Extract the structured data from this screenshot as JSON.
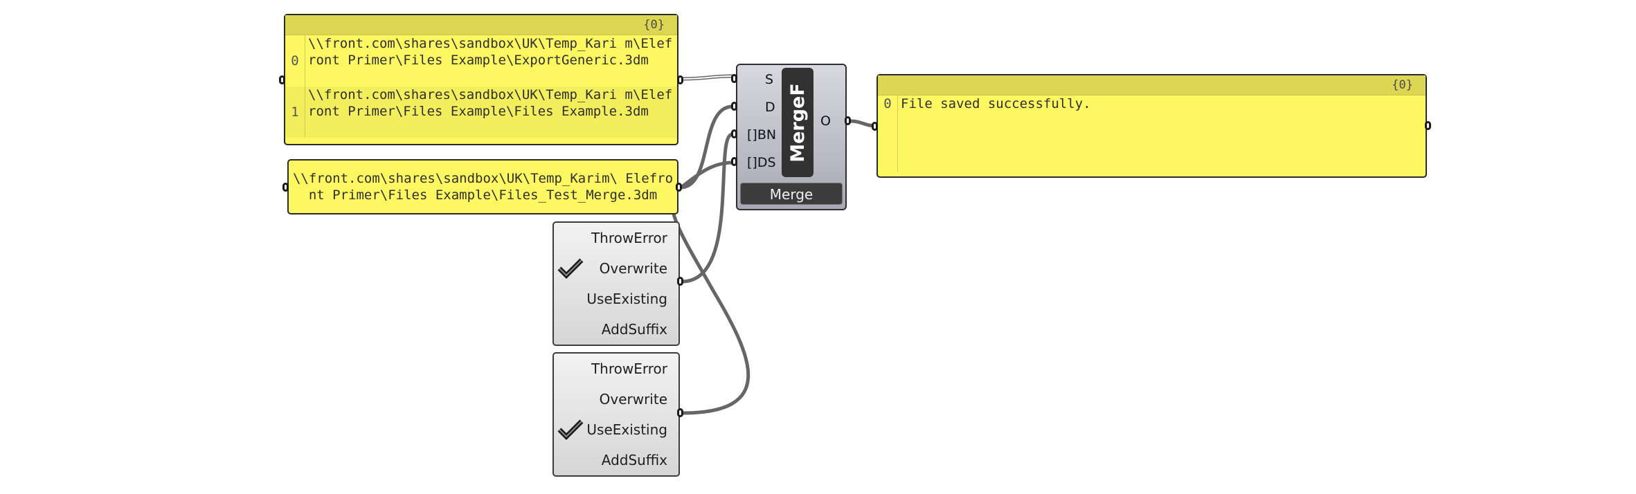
{
  "panel_files": {
    "count": "{0}",
    "rows": [
      {
        "index": "0",
        "text": "\\\\front.com\\shares\\sandbox\\UK\\Temp_Kari m\\Elefront Primer\\Files Example\\ExportGeneric.3dm"
      },
      {
        "index": "1",
        "text": "\\\\front.com\\shares\\sandbox\\UK\\Temp_Kari m\\Elefront Primer\\Files Example\\Files Example.3dm"
      }
    ]
  },
  "panel_destination": {
    "text": "\\\\front.com\\shares\\sandbox\\UK\\Temp_Karim\\ Elefront Primer\\Files Example\\Files_Test_Merge.3dm"
  },
  "component": {
    "nickname": "MergeF",
    "name": "Merge",
    "inputs": [
      "S",
      "D",
      "[]BN",
      "[]DS"
    ],
    "outputs": [
      "O"
    ]
  },
  "panel_output": {
    "count": "{0}",
    "rows": [
      {
        "index": "0",
        "text": "File saved successfully."
      }
    ]
  },
  "value_list_1": {
    "items": [
      {
        "label": "ThrowError",
        "checked": false
      },
      {
        "label": "Overwrite",
        "checked": true
      },
      {
        "label": "UseExisting",
        "checked": false
      },
      {
        "label": "AddSuffix",
        "checked": false
      }
    ]
  },
  "value_list_2": {
    "items": [
      {
        "label": "ThrowError",
        "checked": false
      },
      {
        "label": "Overwrite",
        "checked": false
      },
      {
        "label": "UseExisting",
        "checked": true
      },
      {
        "label": "AddSuffix",
        "checked": false
      }
    ]
  },
  "colors": {
    "panel": "#fdf862",
    "panel_header": "#dcd652",
    "wire": "#666666",
    "component": "#a8a8b4"
  }
}
